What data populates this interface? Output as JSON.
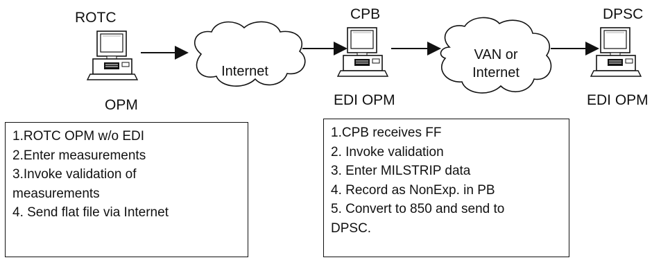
{
  "nodes": {
    "rotc": {
      "title": "ROTC",
      "caption": "OPM"
    },
    "cpb": {
      "title": "CPB",
      "caption": "EDI OPM"
    },
    "dpsc": {
      "title": "DPSC",
      "caption": "EDI OPM"
    }
  },
  "clouds": {
    "internet": {
      "line1": "Internet"
    },
    "van": {
      "line1": "VAN or",
      "line2": "Internet"
    }
  },
  "boxes": {
    "rotc_steps": [
      "1.ROTC OPM w/o EDI",
      "2.Enter measurements",
      "3.Invoke validation of",
      "measurements",
      "4. Send flat file via Internet"
    ],
    "cpb_steps": [
      "1.CPB receives FF",
      "2. Invoke validation",
      "3. Enter MILSTRIP data",
      "4. Record as NonExp. in PB",
      "5. Convert to 850 and send to",
      "DPSC."
    ]
  }
}
